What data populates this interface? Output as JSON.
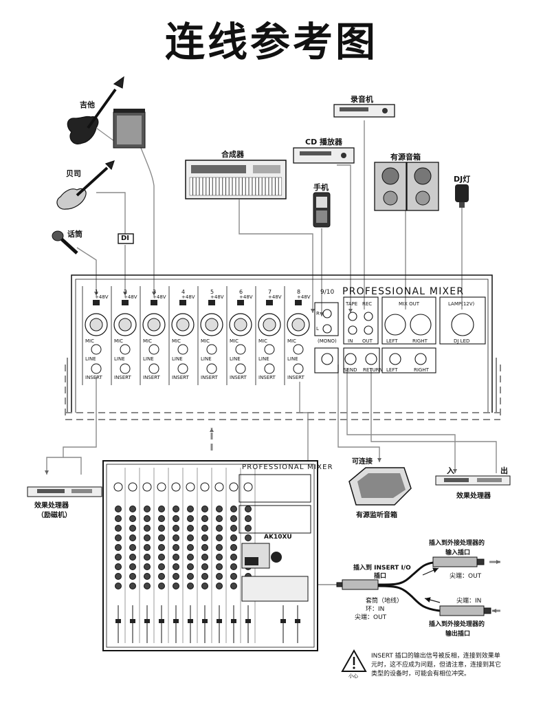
{
  "title": "连线参考图",
  "devices": {
    "guitar": "吉他",
    "bass": "贝司",
    "mic": "话筒",
    "di": "DI",
    "synth": "合成器",
    "cd": "CD 播放器",
    "recorder": "录音机",
    "powered_speakers": "有源音箱",
    "phone": "手机",
    "dj_light": "DJ灯",
    "fx_exciter_l1": "效果处理器",
    "fx_exciter_l2": "（励磁机）",
    "connectable": "可连接",
    "monitor": "有源监听音箱",
    "fx2": "效果处理器",
    "fx_in": "入",
    "fx_out": "出"
  },
  "mixer": {
    "title": "PROFESSIONAL MIXER",
    "channels": [
      "1",
      "2",
      "3",
      "4",
      "5",
      "6",
      "7",
      "8"
    ],
    "ch910": "9/10",
    "phantom": "+48V",
    "mic": "MIC",
    "line": "LINE",
    "insert": "INSERT",
    "mono": "(MONO)",
    "tape": "TAPE",
    "rec": "REC",
    "in": "IN",
    "out": "OUT",
    "mixout": "MIX OUT",
    "left": "LEFT",
    "right": "RIGHT",
    "send": "SEND",
    "return": "RETURN",
    "lamp": "LAMP(12V)",
    "djled": "DJ LED",
    "r": "R",
    "l": "L"
  },
  "mini_mixer": {
    "title": "PROFESSIONAL MIXER",
    "model": "AK10XU"
  },
  "insert_diagram": {
    "insert_io_l1": "插入到 INSERT I/O",
    "insert_io_l2": "插口",
    "to_fx_in_l1": "插入到外接处理器的",
    "to_fx_in_l2": "输入插口",
    "tip_out_top": "尖端：OUT",
    "sleeve": "套筒（地线）",
    "ring_in": "环：IN",
    "tip_out_left": "尖端：OUT",
    "tip_in": "尖端：IN",
    "to_fx_out_l1": "插入到外接处理器的",
    "to_fx_out_l2": "输出插口"
  },
  "warning": {
    "caution": "小心",
    "line1": "INSERT 插口的输出信号被反相，连接到效果单",
    "line2": "元时，这不应成为问题，但请注意，连接到其它",
    "line3": "类型的设备时，可能会有相位冲突。"
  }
}
